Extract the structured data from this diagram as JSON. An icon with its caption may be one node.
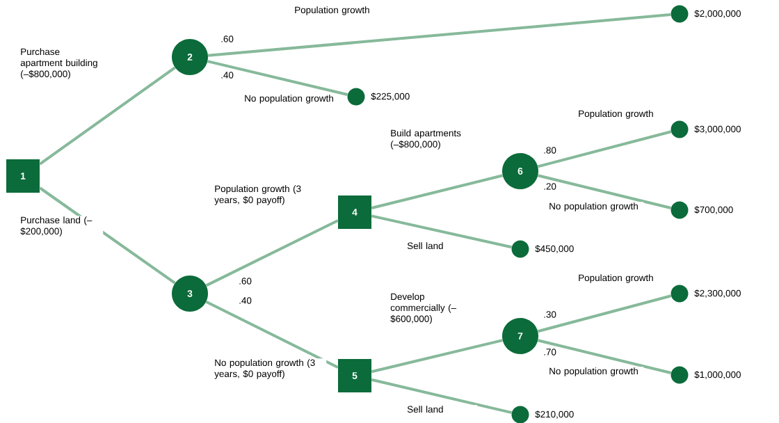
{
  "diagram": {
    "nodes": [
      {
        "text": [
          "1"
        ]
      },
      {
        "text": [
          "2"
        ]
      },
      {
        "text": [
          "3"
        ]
      },
      {
        "text": [
          "4"
        ]
      },
      {
        "text": [
          "5"
        ]
      },
      {
        "text": [
          "6"
        ]
      },
      {
        "text": [
          "7"
        ]
      },
      {
        "text": [],
        "shape": "circle",
        "beside": [
          "$2,000,000"
        ]
      },
      {
        "text": [],
        "shape": "circle",
        "beside": [
          "$225,000"
        ]
      },
      {
        "text": [],
        "shape": "circle",
        "beside": [
          "$3,000,000"
        ]
      },
      {
        "text": [],
        "shape": "circle",
        "beside": [
          "$700,000"
        ]
      },
      {
        "text": [],
        "shape": "circle",
        "beside": [
          "$450,000"
        ]
      },
      {
        "text": [],
        "shape": "circle",
        "beside": [
          "$2,300,000"
        ]
      },
      {
        "text": [],
        "shape": "circle",
        "beside": [
          "$1,000,000"
        ]
      },
      {
        "text": [],
        "shape": "circle",
        "beside": [
          "$210,000"
        ]
      }
    ],
    "edges": [
      {
        "from": 0,
        "to": 1,
        "arrow": "none",
        "label": "Purchase apartment building (–$800,000)"
      },
      {
        "from": 0,
        "to": 2,
        "arrow": "none",
        "label": "Purchase land (–$200,000)"
      },
      {
        "from": 1,
        "to": 7,
        "arrow": "none",
        "label": "Population growth"
      },
      {
        "from": 1,
        "to": 8,
        "arrow": "none",
        "label": "No population growth"
      },
      {
        "from": 2,
        "to": 3,
        "arrow": "none",
        "label": "Population growth (3 years, $0 payoff)"
      },
      {
        "from": 2,
        "to": 4,
        "arrow": "none",
        "label": "No population growth (3 years, $0 payoff)"
      },
      {
        "from": 3,
        "to": 5,
        "arrow": "none",
        "label": "Build apartments (–$800,000)"
      },
      {
        "from": 3,
        "to": 11,
        "arrow": "none",
        "label": "Sell land"
      },
      {
        "from": 5,
        "to": 9,
        "arrow": "none",
        "label": "Population growth"
      },
      {
        "from": 5,
        "to": 10,
        "arrow": "none",
        "label": "No population growth"
      },
      {
        "from": 4,
        "to": 6,
        "arrow": "none",
        "label": "Develop commercially (–$600,000)"
      },
      {
        "from": 4,
        "to": 14,
        "arrow": "none",
        "label": "Sell land"
      },
      {
        "from": 6,
        "to": 12,
        "arrow": "none",
        "label": "Population growth"
      },
      {
        "from": 6,
        "to": 13,
        "arrow": "none",
        "label": "No population growth"
      }
    ],
    "labels": [
      ".60",
      ".40",
      ".80",
      ".20",
      ".60",
      ".40",
      ".30",
      ".70"
    ]
  }
}
